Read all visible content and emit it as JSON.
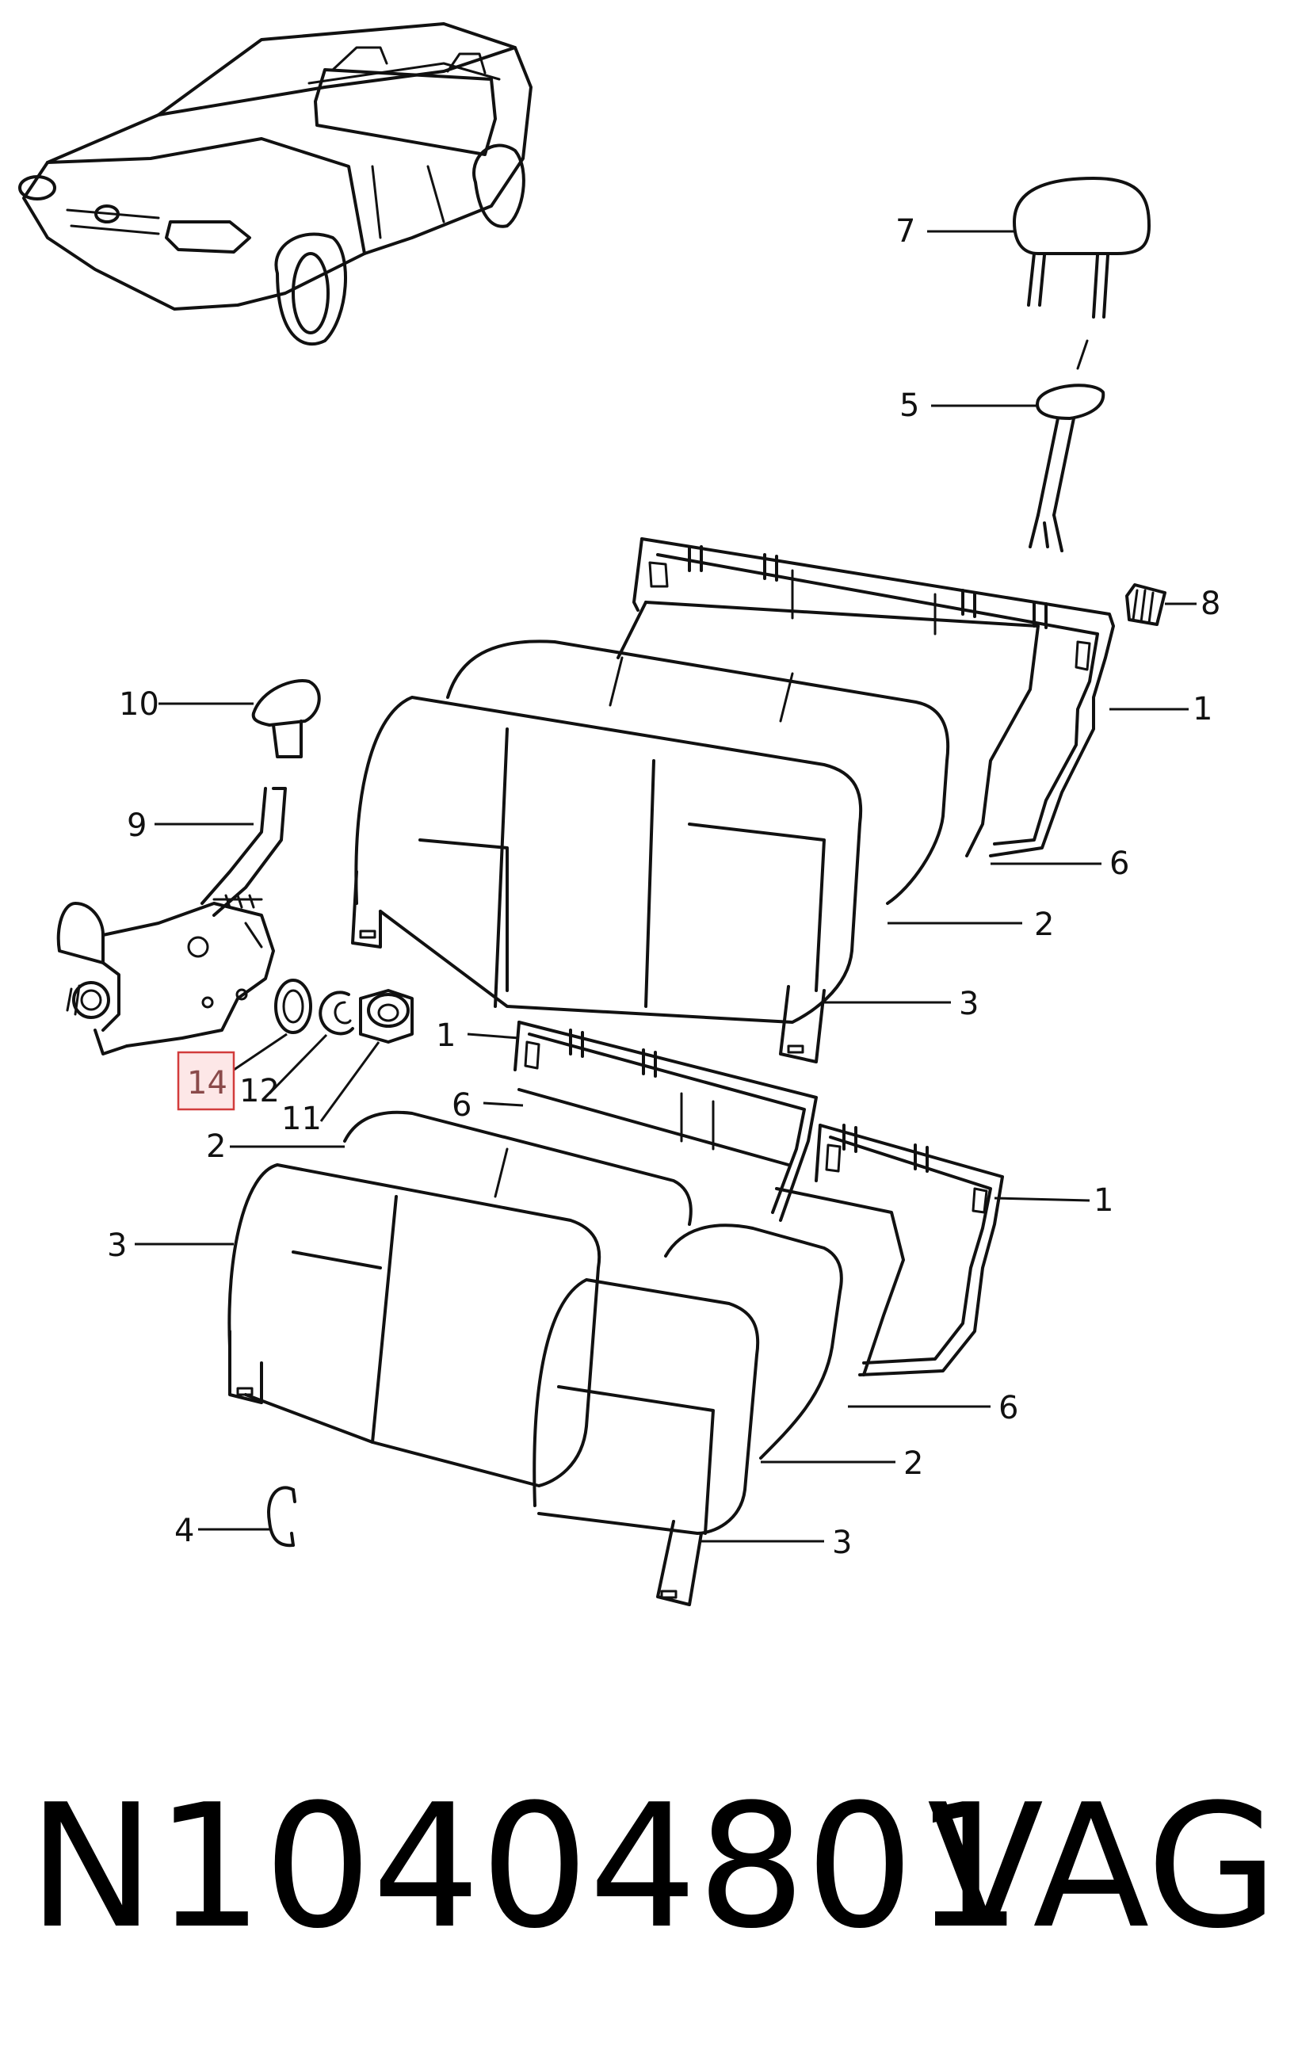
{
  "diagram": {
    "highlight_color": "#d23c3c",
    "labels": {
      "p7": "7",
      "p5": "5",
      "p8": "8",
      "p1a": "1",
      "p6a": "6",
      "p2a": "2",
      "p3a": "3",
      "p10": "10",
      "p9": "9",
      "p14": "14",
      "p12": "12",
      "p11": "11",
      "p1b": "1",
      "p6b": "6",
      "p2b": "2",
      "p3b": "3",
      "p1c": "1",
      "p6c": "6",
      "p2c": "2",
      "p3c": "3",
      "p4": "4"
    }
  },
  "caption": {
    "part_number": "N10404801",
    "brand": "VAG"
  }
}
